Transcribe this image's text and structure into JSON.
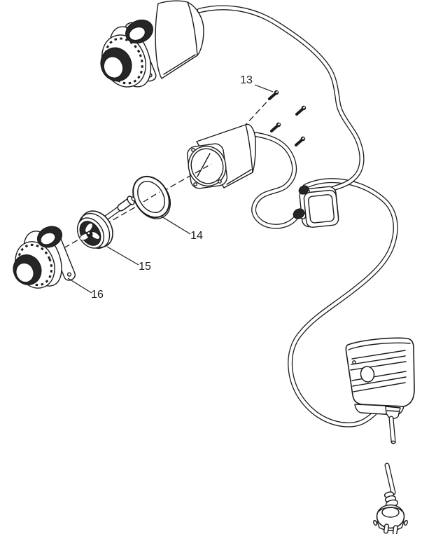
{
  "figure": {
    "background_color": "#ffffff",
    "line_color": "#1c1c1c",
    "dark_fill_color": "#262626"
  },
  "labels": {
    "l13": "13",
    "l14": "14",
    "l15": "15",
    "l16": "16"
  }
}
